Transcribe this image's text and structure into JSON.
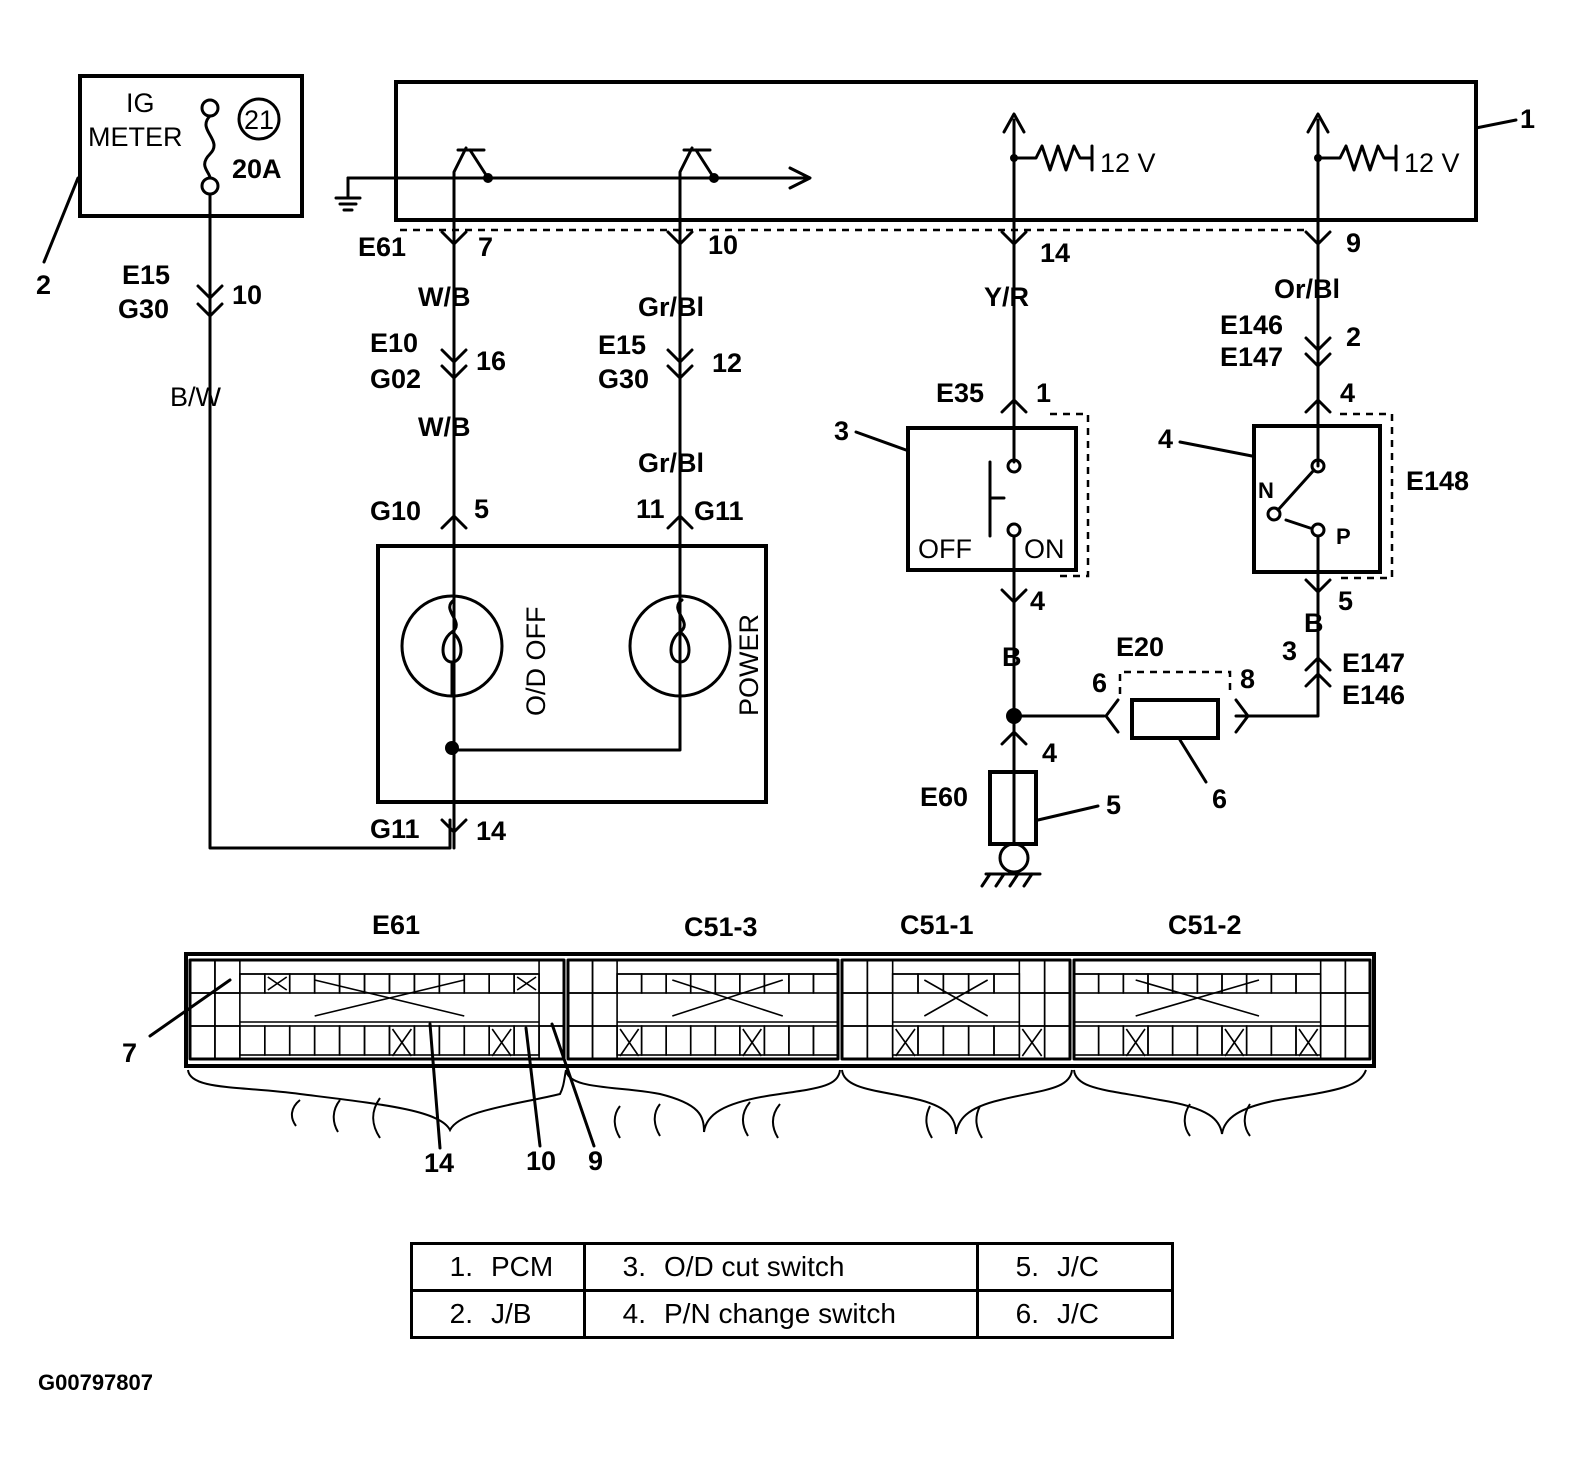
{
  "jb": {
    "line1": "IG",
    "line2": "METER",
    "fuse_no": "21",
    "rating": "20A"
  },
  "callouts": {
    "pcm": "1",
    "jb": "2",
    "od_switch": "3",
    "pn_switch": "4",
    "jc_e60": "5",
    "jc_e20": "6",
    "pin7": "7",
    "pin14": "14",
    "pin10": "10",
    "pin9": "9"
  },
  "pcm": {
    "supply1": "12 V",
    "supply2": "12 V"
  },
  "connectors": {
    "e61": "E61",
    "e61_pin7": "7",
    "e61_pin10": "10",
    "e61_pin14": "14",
    "e61_pin9": "9",
    "e15_a": "E15",
    "g30_a": "G30",
    "e15g30_a_pin": "10",
    "e10": "E10",
    "g02": "G02",
    "e10g02_pin": "16",
    "e15_b": "E15",
    "g30_b": "G30",
    "e15g30_b_pin": "12",
    "g10": "G10",
    "g10_pin": "5",
    "g11_top": "G11",
    "g11_top_pin": "11",
    "g11_bot": "G11",
    "g11_bot_pin": "14",
    "e35": "E35",
    "e35_pin1": "1",
    "e35_pin4": "4",
    "e146_a": "E146",
    "e147_a": "E147",
    "e146e147_pin": "2",
    "pn_pin4": "4",
    "pn_pin5": "5",
    "e148": "E148",
    "e147_b": "E147",
    "e146_b": "E146",
    "e147e146_pin": "3",
    "e20": "E20",
    "e20_pin6": "6",
    "e20_pin8": "8",
    "e60": "E60",
    "e60_pin": "4"
  },
  "wires": {
    "bw": "B/W",
    "wb1": "W/B",
    "wb2": "W/B",
    "grbl1": "Gr/Bl",
    "grbl2": "Gr/Bl",
    "yr": "Y/R",
    "orbl": "Or/Bl",
    "b1": "B",
    "b2": "B"
  },
  "lamps": {
    "od_off": "O/D OFF",
    "power": "POWER"
  },
  "od_switch": {
    "off": "OFF",
    "on": "ON"
  },
  "pn_switch": {
    "n": "N",
    "p": "P"
  },
  "pcm_connector": {
    "blocks": [
      {
        "name": "E61",
        "label": "E61"
      },
      {
        "name": "C51-3",
        "label": "C51-3"
      },
      {
        "name": "C51-1",
        "label": "C51-1"
      },
      {
        "name": "C51-2",
        "label": "C51-2"
      }
    ]
  },
  "legend": [
    [
      {
        "num": "1.",
        "text": "PCM"
      },
      {
        "num": "3.",
        "text": "O/D cut switch"
      },
      {
        "num": "5.",
        "text": "J/C"
      }
    ],
    [
      {
        "num": "2.",
        "text": "J/B"
      },
      {
        "num": "4.",
        "text": "P/N change switch"
      },
      {
        "num": "6.",
        "text": "J/C"
      }
    ]
  ],
  "figure_id": "G00797807"
}
